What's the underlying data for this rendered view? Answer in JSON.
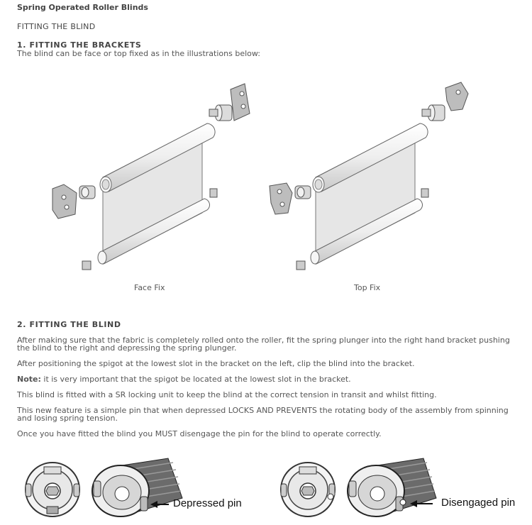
{
  "page": {
    "title": "Spring Operated Roller Blinds",
    "subtitle": "FITTING THE BLIND"
  },
  "section1": {
    "heading": "1. FITTING THE BRACKETS",
    "intro": "The blind can be face or top fixed as in the illustrations below:",
    "figures": [
      {
        "caption": "Face Fix",
        "icon": "face-fix-illustration"
      },
      {
        "caption": "Top Fix",
        "icon": "top-fix-illustration"
      }
    ]
  },
  "section2": {
    "heading": "2. FITTING THE BLIND",
    "p1": "After making sure that the fabric is completely rolled onto the roller, fit the spring plunger into the right hand bracket pushing the blind to the right and depressing the spring plunger.",
    "p2": "After positioning the spigot at the lowest slot in the bracket on the left, clip the blind into the bracket.",
    "note_label": "Note:",
    "note_text": " it is very important that the spigot be located at the lowest slot in the bracket.",
    "p3": "This blind is fitted with a SR locking unit to keep the blind at the correct tension in transit and whilst fitting.",
    "p4": "This new feature is a simple pin that when depressed LOCKS AND PREVENTS the rotating body of the assembly from spinning and losing spring tension.",
    "p5": "Once you have fitted the blind you MUST disengage the pin for the blind to operate correctly."
  },
  "pins": [
    {
      "label": "Depressed pin",
      "icon": "depressed-pin-illustration"
    },
    {
      "label": "Disengaged pin",
      "icon": "disengaged-pin-illustration"
    }
  ]
}
